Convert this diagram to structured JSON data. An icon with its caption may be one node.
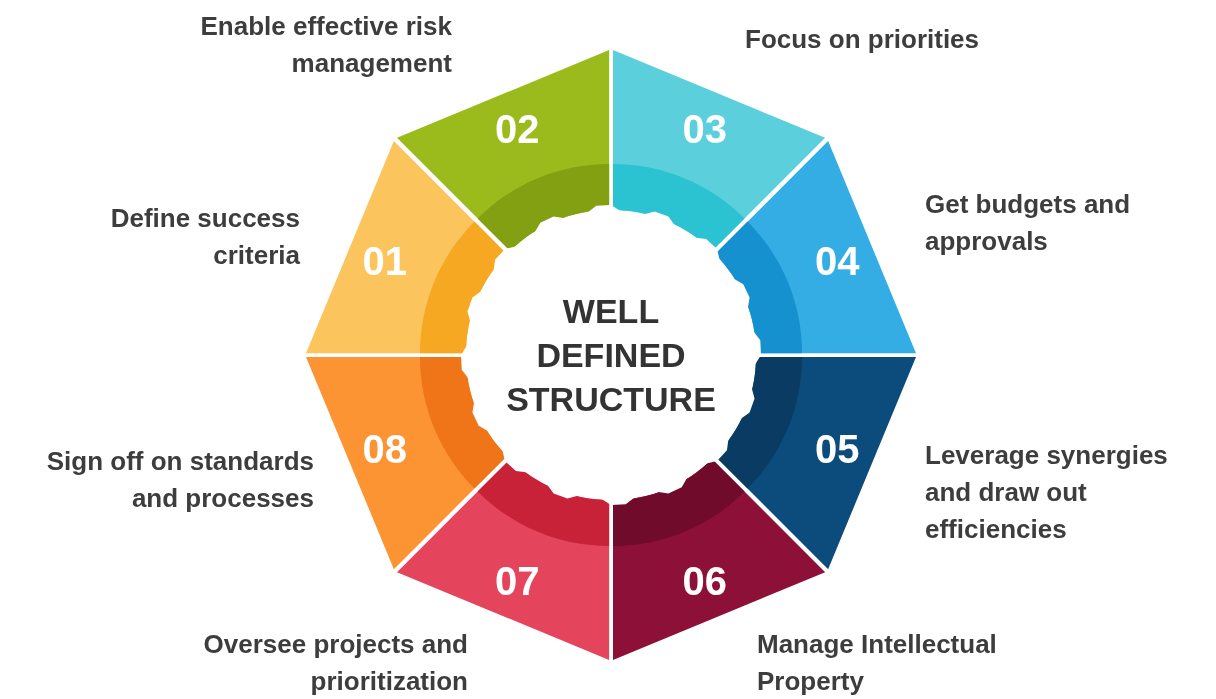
{
  "diagram": {
    "nodes": [
      {
        "text": [
          "WELL DEFINED STRUCTURE"
        ]
      },
      {
        "text": [
          "01"
        ],
        "beside": [
          "Define success criteria"
        ]
      },
      {
        "text": [
          "02"
        ],
        "beside": [
          "Enable effective risk management"
        ]
      },
      {
        "text": [
          "03"
        ],
        "beside": [
          "Focus on priorities"
        ]
      },
      {
        "text": [
          "04"
        ],
        "beside": [
          "Get budgets and approvals"
        ]
      },
      {
        "text": [
          "05"
        ],
        "beside": [
          "Leverage synergies and draw out efficiencies"
        ]
      },
      {
        "text": [
          "06"
        ],
        "beside": [
          "Manage Intellectual Property"
        ]
      },
      {
        "text": [
          "07"
        ],
        "beside": [
          "Oversee projects and prioritization"
        ]
      },
      {
        "text": [
          "08"
        ],
        "beside": [
          "Sign off on standards and processes"
        ]
      }
    ]
  }
}
